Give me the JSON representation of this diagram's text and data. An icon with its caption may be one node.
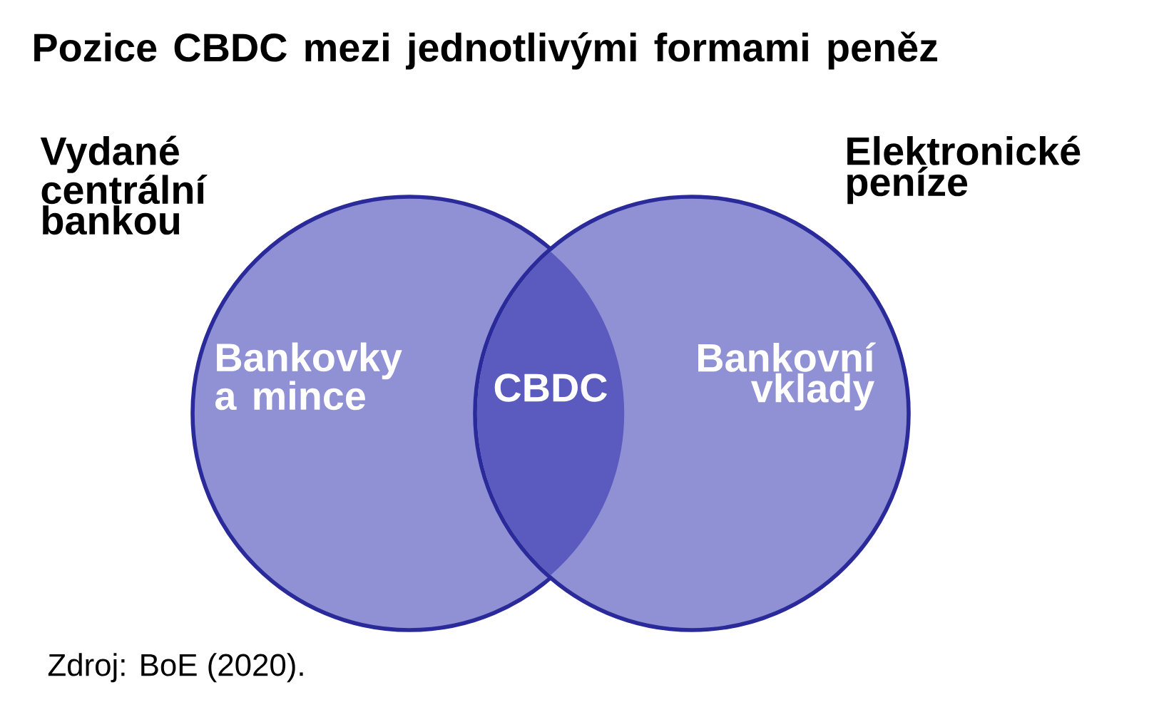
{
  "diagram": {
    "title": "Pozice CBDC mezi jednotlivými formami peněz",
    "nodes": [
      {
        "text": [
          "Vydané centrální bankou",
          "Bankovky a mince"
        ]
      },
      {
        "text": [
          "Elektronické peníze",
          "Bankovní vklady"
        ]
      },
      {
        "text": [
          "CBDC"
        ]
      }
    ],
    "labels": [
      "Zdroj: BoE (2020)."
    ]
  }
}
